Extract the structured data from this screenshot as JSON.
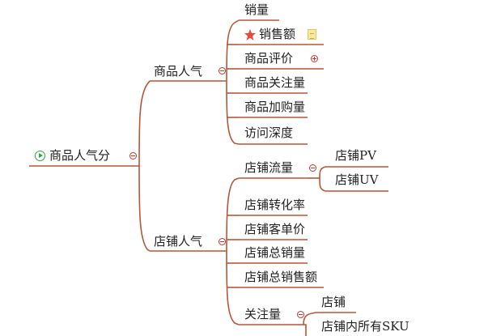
{
  "mindmap": {
    "root": "商品人气分",
    "branches": {
      "product": {
        "label": "商品人气",
        "children": [
          "销量",
          "销售额",
          "商品评价",
          "商品关注量",
          "商品加购量",
          "访问深度"
        ]
      },
      "store": {
        "label": "店铺人气",
        "children": [
          "店铺流量",
          "店铺转化率",
          "店铺客单价",
          "店铺总销量",
          "店铺总销售额",
          "关注量"
        ],
        "traffic_children": [
          "店铺PV",
          "店铺UV"
        ],
        "follow_children": [
          "店铺",
          "店铺内所有SKU"
        ]
      }
    },
    "icons": {
      "root": "play-icon",
      "sales_amount_marker": "star-icon",
      "sales_amount_note": "note-icon"
    },
    "colors": {
      "line": "#b5573a",
      "toggle": "#c0392b",
      "play": "#2aa84a",
      "star": "#e84b3c"
    }
  }
}
